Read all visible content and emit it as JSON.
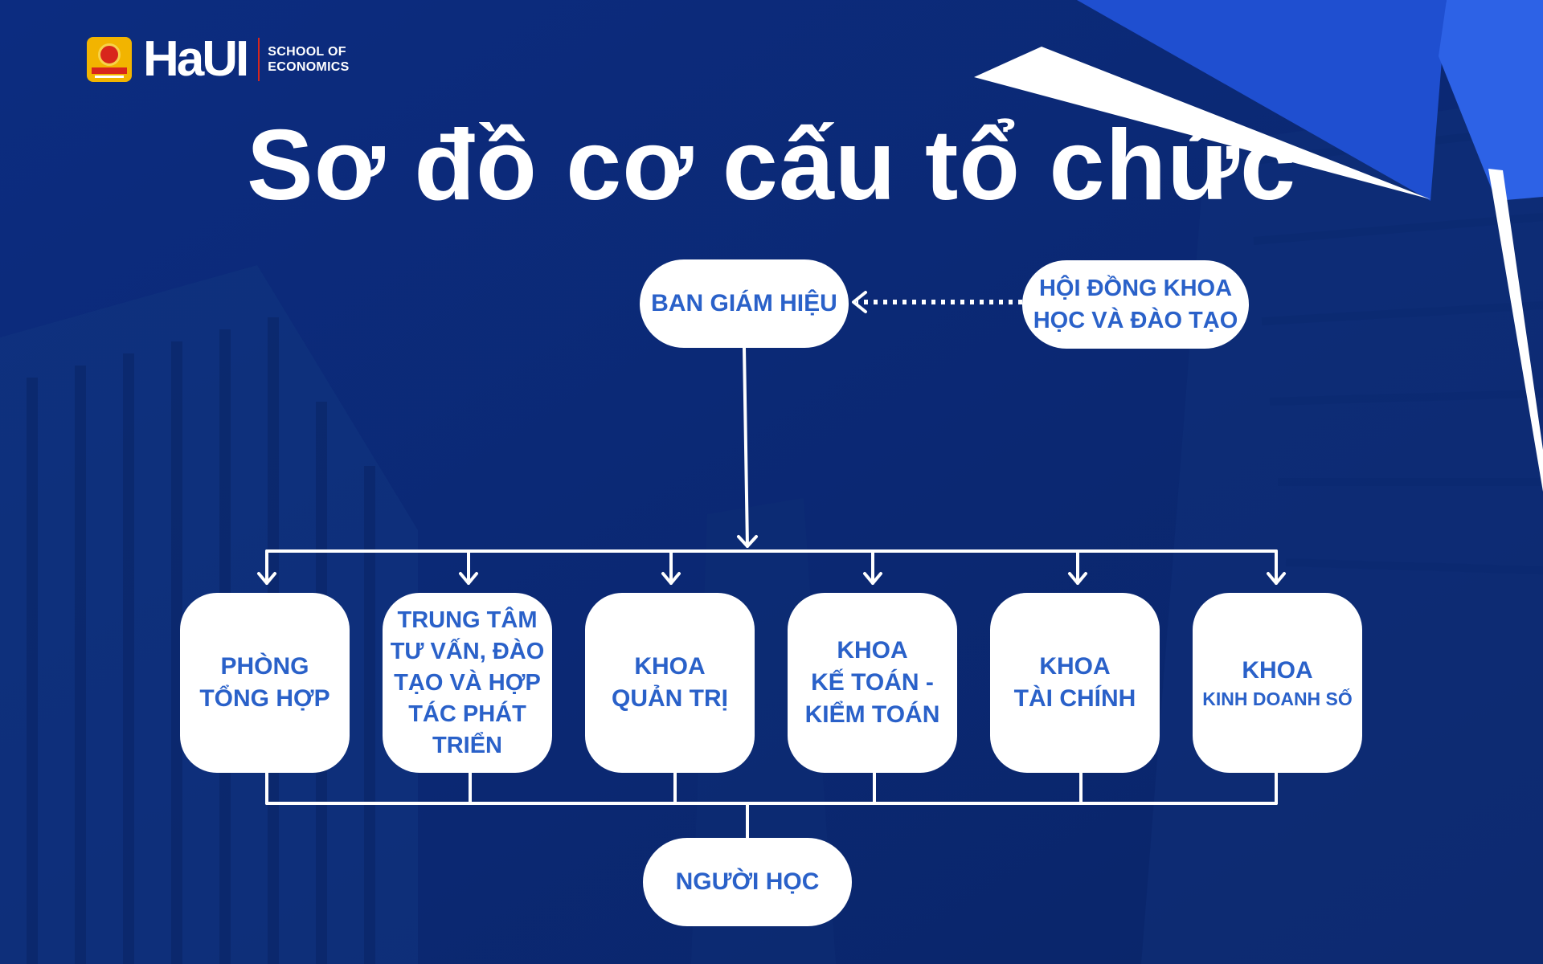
{
  "header": {
    "logo_text": "HaUI",
    "logo_sub_line1": "SCHOOL OF",
    "logo_sub_line2": "ECONOMICS",
    "title": "Sơ đồ cơ cấu tổ chức"
  },
  "diagram": {
    "top_node": "BAN GIÁM HIỆU",
    "council_line1": "HỘI ĐỒNG KHOA",
    "council_line2": "HỌC VÀ ĐÀO TẠO",
    "units": [
      {
        "lines": [
          "PHÒNG",
          "TỔNG HỢP"
        ]
      },
      {
        "lines": [
          "TRUNG TÂM",
          "TƯ VẤN, ĐÀO",
          "TẠO VÀ HỢP",
          "TÁC PHÁT",
          "TRIỂN"
        ]
      },
      {
        "lines": [
          "KHOA",
          "QUẢN TRỊ"
        ]
      },
      {
        "lines": [
          "KHOA",
          "KẾ TOÁN -",
          "KIỂM TOÁN"
        ]
      },
      {
        "lines": [
          "KHOA",
          "TÀI CHÍNH"
        ]
      },
      {
        "line1": "KHOA",
        "line2": "KINH DOANH SỐ"
      }
    ],
    "bottom_node": "NGƯỜI HỌC"
  },
  "colors": {
    "background": "#0b2a78",
    "node_fill": "#ffffff",
    "node_text": "#2a61c9",
    "accent_blue": "#1f4fd0",
    "logo_yellow": "#f2b400",
    "logo_red": "#d8261c"
  },
  "icons": [
    "arrow-down-icon",
    "arrow-left-icon"
  ]
}
